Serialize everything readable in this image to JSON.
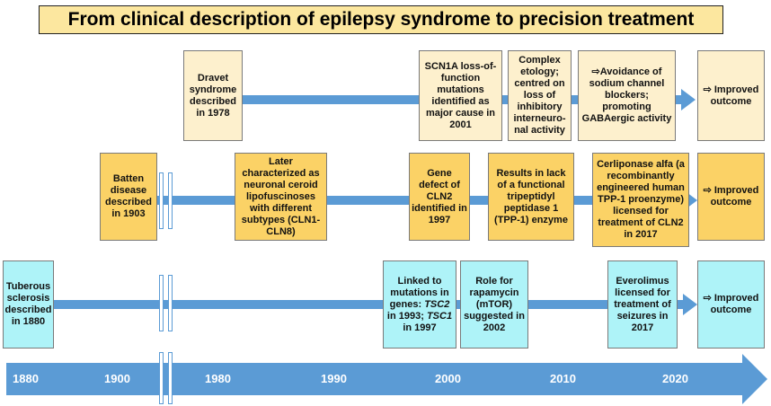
{
  "title": "From clinical description of epilepsy syndrome to precision treatment",
  "colors": {
    "arrow": "#5b9bd5",
    "title_bg": "#fce79f",
    "dravet_box": "#fdf0cd",
    "batten_box": "#fbd266",
    "tsc_box": "#aef3f8"
  },
  "rows": {
    "dravet": {
      "boxes": [
        "Dravet syndrome described in 1978",
        "SCN1A loss-of-function mutations identified as major cause in 2001",
        "Complex etology; centred on loss of inhibitory interneuro- nal activity",
        "⇨Avoidance of sodium channel blockers; promoting GABAergic activity"
      ],
      "outcome": "⇨ Improved outcome"
    },
    "batten": {
      "boxes": [
        "Batten disease described in 1903",
        "Later characterized as neuronal ceroid lipofuscinoses with different subtypes (CLN1-CLN8)",
        "Gene defect of CLN2 identified in 1997",
        "Results in lack of a functional tripeptidyl peptidase 1 (TPP-1) enzyme",
        "Cerliponase alfa (a recombinantly engineered human TPP-1 proenzyme) licensed for treatment of CLN2 in 2017"
      ],
      "outcome": "⇨ Improved outcome"
    },
    "tsc": {
      "boxes": [
        "Tuberous sclerosis described in 1880",
        "Role for rapamycin (mTOR) suggested in 2002",
        "Everolimus licensed for treatment of seizures in 2017"
      ],
      "genes": {
        "line1": "Linked to mutations in genes:",
        "tsc2": "TSC2",
        "line2": " in 1993; ",
        "tsc1": "TSC1",
        "line3": " in 1997"
      },
      "outcome": "⇨ Improved outcome"
    }
  },
  "timeline": [
    "1880",
    "1900",
    "1980",
    "1990",
    "2000",
    "2010",
    "2020"
  ]
}
